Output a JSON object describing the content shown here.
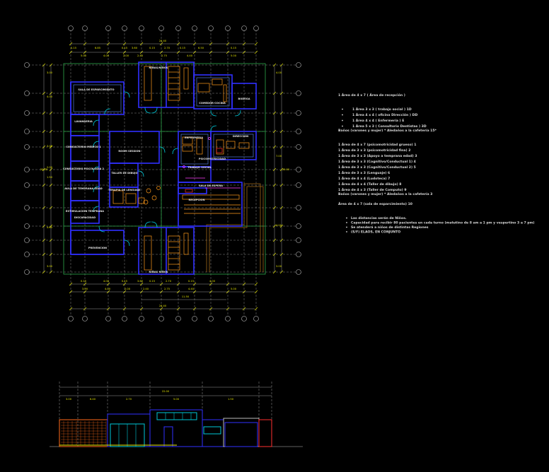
{
  "colors": {
    "background": "#000000",
    "wall": "#3030ff",
    "wall_light": "#5d8cff",
    "grid": "#bdbdbd",
    "dimension": "#e8e800",
    "boundary": "#2ea84a",
    "furniture": "#ff9a1a",
    "door": "#00c8d8",
    "text": "#e8e8e8",
    "red": "#ff3030",
    "magenta": "#ff40ff"
  },
  "plan": {
    "dims_top_total": "24.40",
    "dims_top_1": [
      "0.15",
      "6.85",
      "0.15",
      "3.60",
      "0.15",
      "2.70",
      "0.15",
      "6.50",
      "0.15"
    ],
    "dims_top_2": [
      "5.00",
      "4.00",
      "2.00",
      "2.40",
      "2.75",
      "4.40",
      "5.00"
    ],
    "dims_bottom_1": [
      "0.15",
      "4.00",
      "0.15",
      "3.60",
      "0.15",
      "2.70",
      "0.15",
      "4.00"
    ],
    "dims_bottom_2": [
      "3.90",
      "4.00",
      "2.00",
      "2.40",
      "2.75",
      "4.40",
      "5.00"
    ],
    "dims_bottom_mid": "11.50",
    "dims_bottom_total": "24.40",
    "dims_left": [
      "3.00",
      "4.00",
      "3.00",
      "2.00",
      "1.50",
      "4.00",
      "3.00"
    ],
    "dims_left_total": "20.00",
    "dims_right": [
      "4.00",
      "7.00",
      "4.00",
      "3.00"
    ],
    "dims_right_total": "20.00",
    "rooms": {
      "north_wc": "NIÑAS/NIÑOS",
      "south_wc": "NIÑAS NIÑOS",
      "sala": "SALA DE ESPARCIMIENTO",
      "comedor": "COMEDOR-COCINA",
      "bodega": "BODEGA",
      "lavander": "LAVANDERIA",
      "consultorio": "CONSULTORIO MEDICO 1",
      "educacion": "CONSULTORIO PSICOLOGIA 2",
      "aula_temprana": "AULA DE TEMPRANA EDAD",
      "estimulacion": "ESTIMULACION TEMPRANA",
      "discapacidad": "DISCAPACIDAD",
      "prevencion": "PREVENCION",
      "sum": "ROOM SESSION",
      "taller": "TALLER DE DIBUJO",
      "terapia": "TERAPIA DE LENGUAJE",
      "enfermeria": "ENFERMERIA",
      "direccion": "DIRECCION",
      "trabajo_social": "TRABAJO SOCIAL",
      "recepcion": "RECEPCION",
      "sala_espera": "SALA DE ESPERA",
      "psicomotricidad": "PSICOMOTRICIDAD"
    }
  },
  "notes": {
    "line_1": "1 Área de 4 x 7 ( Área de recepción )",
    "group_a": [
      "1 Área 3 x 3 ( trabajo social ) 1D",
      "1 Área 4 x 4 ( oficina Dirección ) DD",
      "1 Área 4 x 4 ( Enfermería ) E",
      "1 Área 5 x 3 ( Consultorio Dentistas ) 3D"
    ],
    "group_a_footer": "Baños (varones y mujer)  * Aledaños a la cafetería  15*",
    "group_b": [
      "1 Área de 4 x 7 (psicomotricidad grueso) 1",
      "1 Área de 3 x 3 (psicomotricidad fina) 2",
      "1 Área de 3 x 3 (Apoyo a temprana edad) 3",
      "1 Área de 3 x 3 (Cognitivo/Conductual 1) 4",
      "1 Área de 3 x 3 (Cognitivo/Conductual 2) 5",
      "1 Área de 3 x 3 (Lenguaje) 6",
      "1 Área de 4 x 4 (Ludoteca) 7",
      "1 Área de 4 x 4 (Taller de dibujo) 8",
      "1 Área de 4 x 3 (Taller de Computo) 9"
    ],
    "group_b_footer": "Baños (varones y mujer) * Aledaños a la cafetería  3",
    "line_after_b": "Área de 4 x 7 (sala de esparcimiento) 10",
    "bullets": [
      "Las distancias serán de Niños.",
      "Capacidad para recibir 80 pacientes en cada turno (matutino de 8 am a 1 pm y vespertino 3 a 7 pm)",
      "Se atenderá a niños de distintas Regiones",
      "(S/F) ELAOS, EN CONJUNTO"
    ]
  },
  "elevation": {
    "dim_total": "22.00",
    "dims": [
      "3.00",
      "6.40",
      "2.70",
      "5.00",
      "1.50"
    ]
  }
}
